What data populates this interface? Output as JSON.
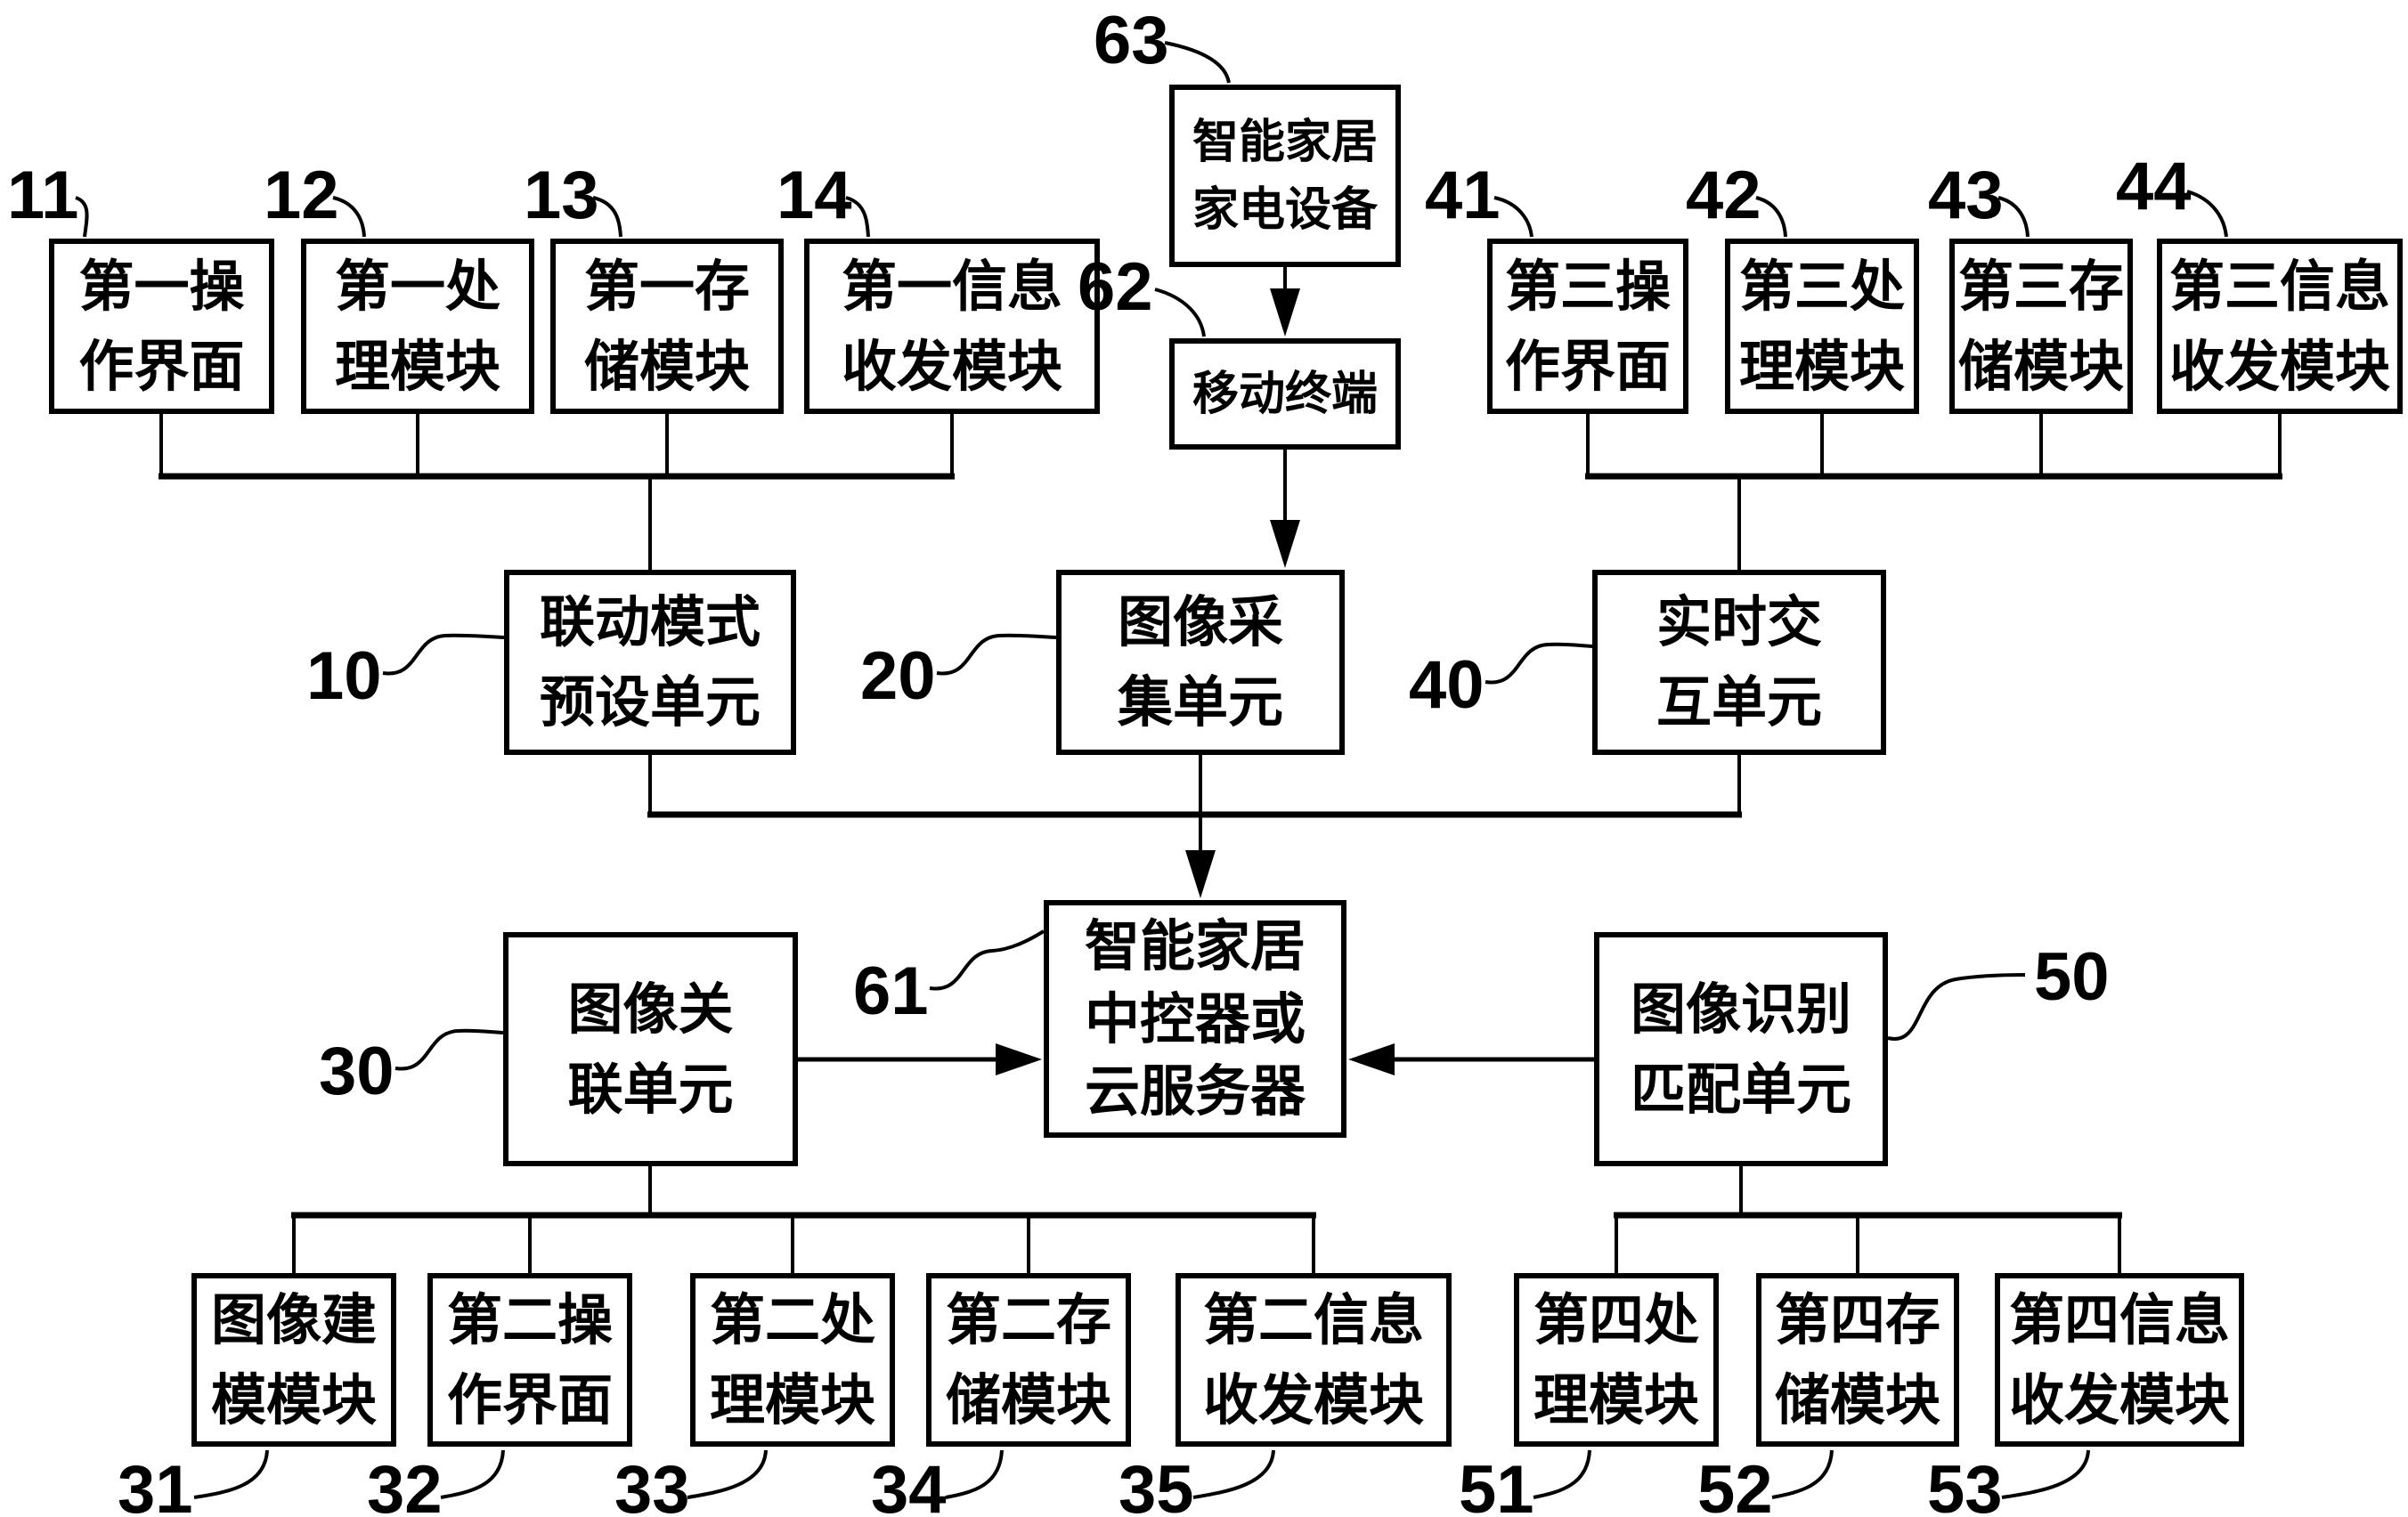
{
  "figure": {
    "type": "block-diagram",
    "line_color": "#000000",
    "background_color": "#ffffff"
  },
  "boxes": {
    "b11": {
      "num": "11",
      "text": "第一操\n作界面"
    },
    "b12": {
      "num": "12",
      "text": "第一处\n理模块"
    },
    "b13": {
      "num": "13",
      "text": "第一存\n储模块"
    },
    "b14": {
      "num": "14",
      "text": "第一信息\n收发模块"
    },
    "b63": {
      "num": "63",
      "text": "智能家居\n家电设备"
    },
    "b62": {
      "num": "62",
      "text": "移动终端"
    },
    "b41": {
      "num": "41",
      "text": "第三操\n作界面"
    },
    "b42": {
      "num": "42",
      "text": "第三处\n理模块"
    },
    "b43": {
      "num": "43",
      "text": "第三存\n储模块"
    },
    "b44": {
      "num": "44",
      "text": "第三信息\n收发模块"
    },
    "b10": {
      "num": "10",
      "text": "联动模式\n预设单元"
    },
    "b20": {
      "num": "20",
      "text": "图像采\n集单元"
    },
    "b40": {
      "num": "40",
      "text": "实时交\n互单元"
    },
    "b30": {
      "num": "30",
      "text": "图像关\n联单元"
    },
    "b61": {
      "num": "61",
      "text": "智能家居\n中控器或\n云服务器"
    },
    "b50": {
      "num": "50",
      "text": "图像识别\n匹配单元"
    },
    "b31": {
      "num": "31",
      "text": "图像建\n模模块"
    },
    "b32": {
      "num": "32",
      "text": "第二操\n作界面"
    },
    "b33": {
      "num": "33",
      "text": "第二处\n理模块"
    },
    "b34": {
      "num": "34",
      "text": "第二存\n储模块"
    },
    "b35": {
      "num": "35",
      "text": "第二信息\n收发模块"
    },
    "b51": {
      "num": "51",
      "text": "第四处\n理模块"
    },
    "b52": {
      "num": "52",
      "text": "第四存\n储模块"
    },
    "b53": {
      "num": "53",
      "text": "第四信息\n收发模块"
    }
  }
}
